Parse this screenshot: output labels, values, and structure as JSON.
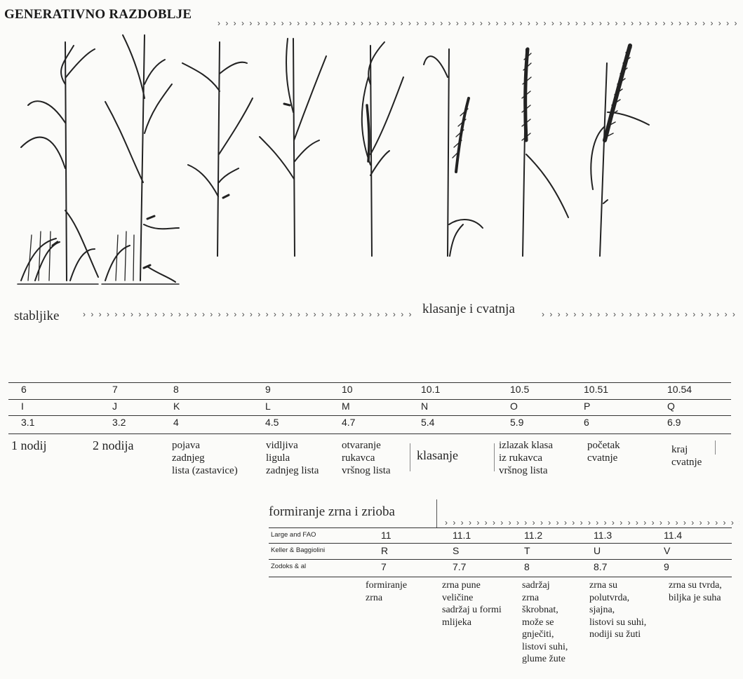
{
  "title": "GENERATIVNO RAZDOBLJE",
  "arrow_glyphs": "› › › › › › › › › › › › › › › › › › › › › › › › › › › › › › › › › › › › › › › › › › › › › › › › › › › › › › › › › › › › › › › › › ›",
  "sections": {
    "stems": "stabljike",
    "heading": "klasanje i cvatnja",
    "grain": "formiranje zrna i zrioba"
  },
  "table1": {
    "rows": [
      [
        "6",
        "7",
        "8",
        "9",
        "10",
        "10.1",
        "10.5",
        "10.51",
        "10.54"
      ],
      [
        "I",
        "J",
        "K",
        "L",
        "M",
        "N",
        "O",
        "P",
        "Q"
      ],
      [
        "3.1",
        "3.2",
        "4",
        "4.5",
        "4.7",
        "5.4",
        "5.9",
        "6",
        "6.9"
      ]
    ],
    "descriptions": [
      "1 nodij",
      "2 nodija",
      "pojava\nzadnjeg\nlista (zastavice)",
      "vidljiva\nligula\nzadnjeg lista",
      "otvaranje\nrukavca\nvršnog lista",
      "klasanje",
      "izlazak klasa\niz rukavca\nvršnog lista",
      "početak\ncvatnje",
      "kraj\ncvatnje"
    ]
  },
  "table2": {
    "row_labels": [
      "Large and FAO",
      "Keller & Baggiolini",
      "Zodoks & al"
    ],
    "rows": [
      [
        "11",
        "11.1",
        "11.2",
        "11.3",
        "11.4"
      ],
      [
        "R",
        "S",
        "T",
        "U",
        "V"
      ],
      [
        "7",
        "7.7",
        "8",
        "8.7",
        "9"
      ]
    ],
    "descriptions": [
      "formiranje\nzrna",
      "zrna pune\nveličine\nsadržaj u formi\nmlijeka",
      "sadržaj\nzrna\nškrobnat,\nmože se\ngnječiti,\nlistovi suhi,\nglume žute",
      "zrna su\npolutvrda,\nsjajna,\nlistovi su suhi,\nnodiji su žuti",
      "zrna su tvrda,\nbiljka je suha"
    ]
  }
}
